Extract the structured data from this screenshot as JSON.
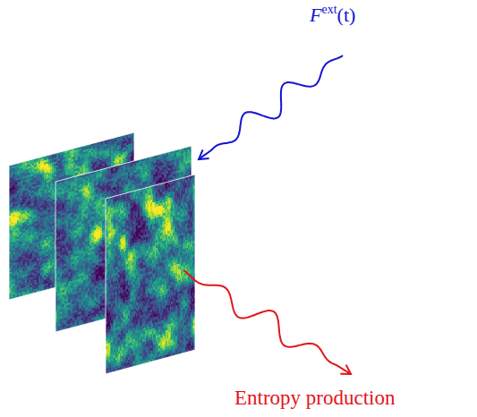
{
  "diagram": {
    "labels": [
      "F",
      "ext",
      "(t)",
      "Entropy production"
    ]
  }
}
